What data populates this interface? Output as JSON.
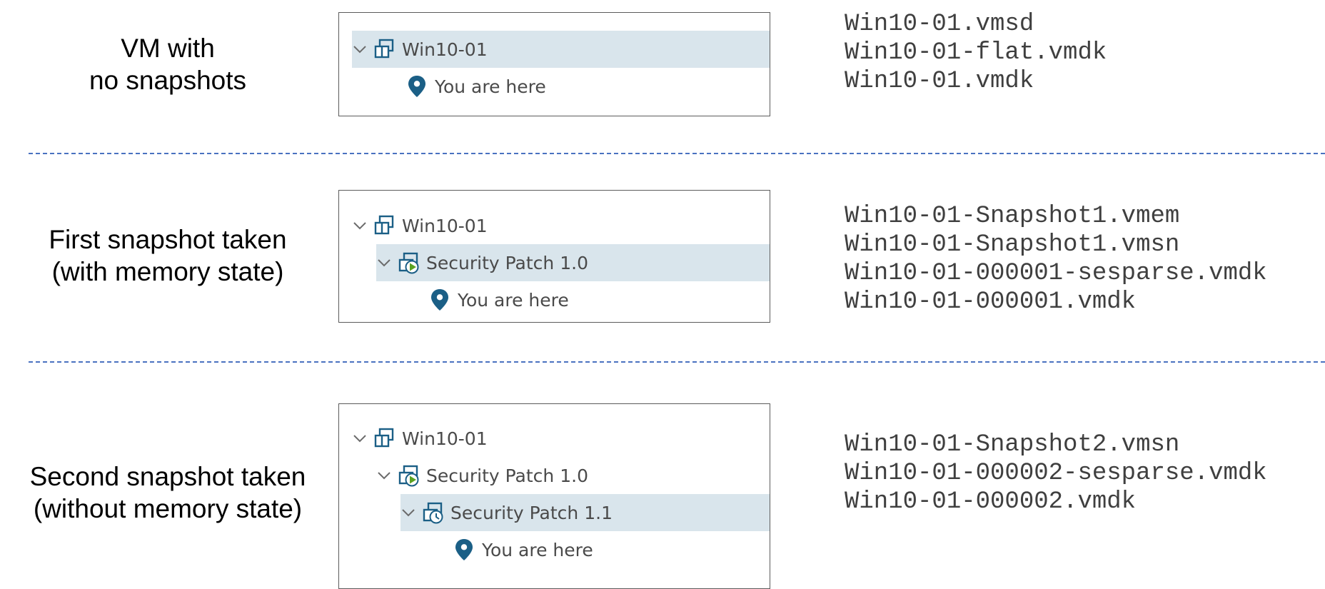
{
  "rows": [
    {
      "caption": [
        "VM with",
        "no snapshots"
      ],
      "tree": [
        {
          "label": "Win10-01",
          "icon": "vm-icon",
          "chevron": true,
          "level": 0,
          "selected": true
        },
        {
          "label": "You are here",
          "icon": "location-pin-icon",
          "chevron": false,
          "level": 1,
          "selected": false
        }
      ],
      "files": [
        "Win10-01.vmsd",
        "Win10-01-flat.vmdk",
        "Win10-01.vmdk"
      ]
    },
    {
      "caption": [
        "First snapshot taken",
        "(with memory state)"
      ],
      "tree": [
        {
          "label": "Win10-01",
          "icon": "vm-icon",
          "chevron": true,
          "level": 0,
          "selected": false
        },
        {
          "label": "Security Patch 1.0",
          "icon": "snapshot-powered-on-icon",
          "chevron": true,
          "level": 1,
          "selected": true
        },
        {
          "label": "You are here",
          "icon": "location-pin-icon",
          "chevron": false,
          "level": 2,
          "selected": false
        }
      ],
      "files": [
        "Win10-01-Snapshot1.vmem",
        "Win10-01-Snapshot1.vmsn",
        "Win10-01-000001-sesparse.vmdk",
        "Win10-01-000001.vmdk"
      ]
    },
    {
      "caption": [
        "Second snapshot taken",
        "(without memory state)"
      ],
      "tree": [
        {
          "label": "Win10-01",
          "icon": "vm-icon",
          "chevron": true,
          "level": 0,
          "selected": false
        },
        {
          "label": "Security Patch 1.0",
          "icon": "snapshot-powered-on-icon",
          "chevron": true,
          "level": 1,
          "selected": false
        },
        {
          "label": "Security Patch 1.1",
          "icon": "snapshot-icon",
          "chevron": true,
          "level": 2,
          "selected": true
        },
        {
          "label": "You are here",
          "icon": "location-pin-icon",
          "chevron": false,
          "level": 3,
          "selected": false
        }
      ],
      "files": [
        "Win10-01-Snapshot2.vmsn",
        "Win10-01-000002-sesparse.vmdk",
        "Win10-01-000002.vmdk"
      ]
    }
  ],
  "colors": {
    "selected_row": "#d9e5ec",
    "icon_blue": "#1b5f86",
    "powered_on_green": "#5aa220",
    "separator": "#4a72c0"
  }
}
